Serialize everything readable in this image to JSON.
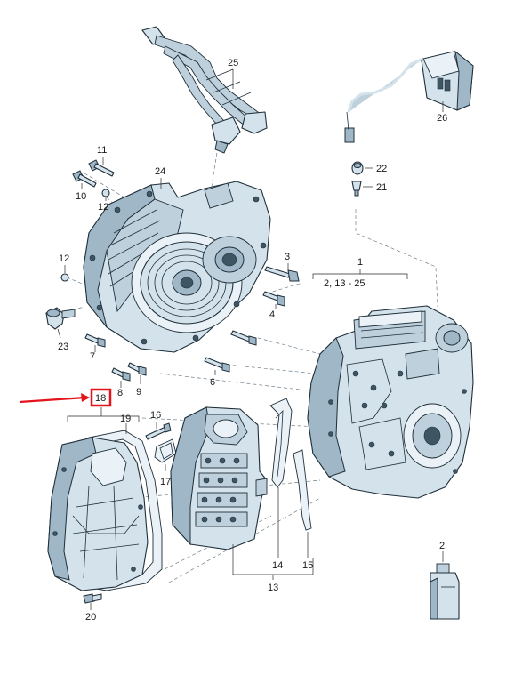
{
  "callouts": {
    "c1": "1",
    "c1_range": "2, 13 - 25",
    "c2": "2",
    "c3": "3",
    "c4": "4",
    "c6": "6",
    "c7": "7",
    "c8": "8",
    "c9": "9",
    "c10": "10",
    "c11": "11",
    "c12a": "12",
    "c12b": "12",
    "c13": "13",
    "c14": "14",
    "c15": "15",
    "c16": "16",
    "c17": "17",
    "c18": "18",
    "c19": "19",
    "c20": "20",
    "c21": "21",
    "c22": "22",
    "c23": "23",
    "c24": "24",
    "c25": "25",
    "c26": "26"
  },
  "highlight": {
    "target_callout": "18",
    "marker_color": "#e3141b",
    "arrow_direction": "right"
  },
  "colors": {
    "part_fill": "#d3e2eb",
    "part_shadow": "#9fb7c6",
    "outline": "#1f2f3a"
  }
}
